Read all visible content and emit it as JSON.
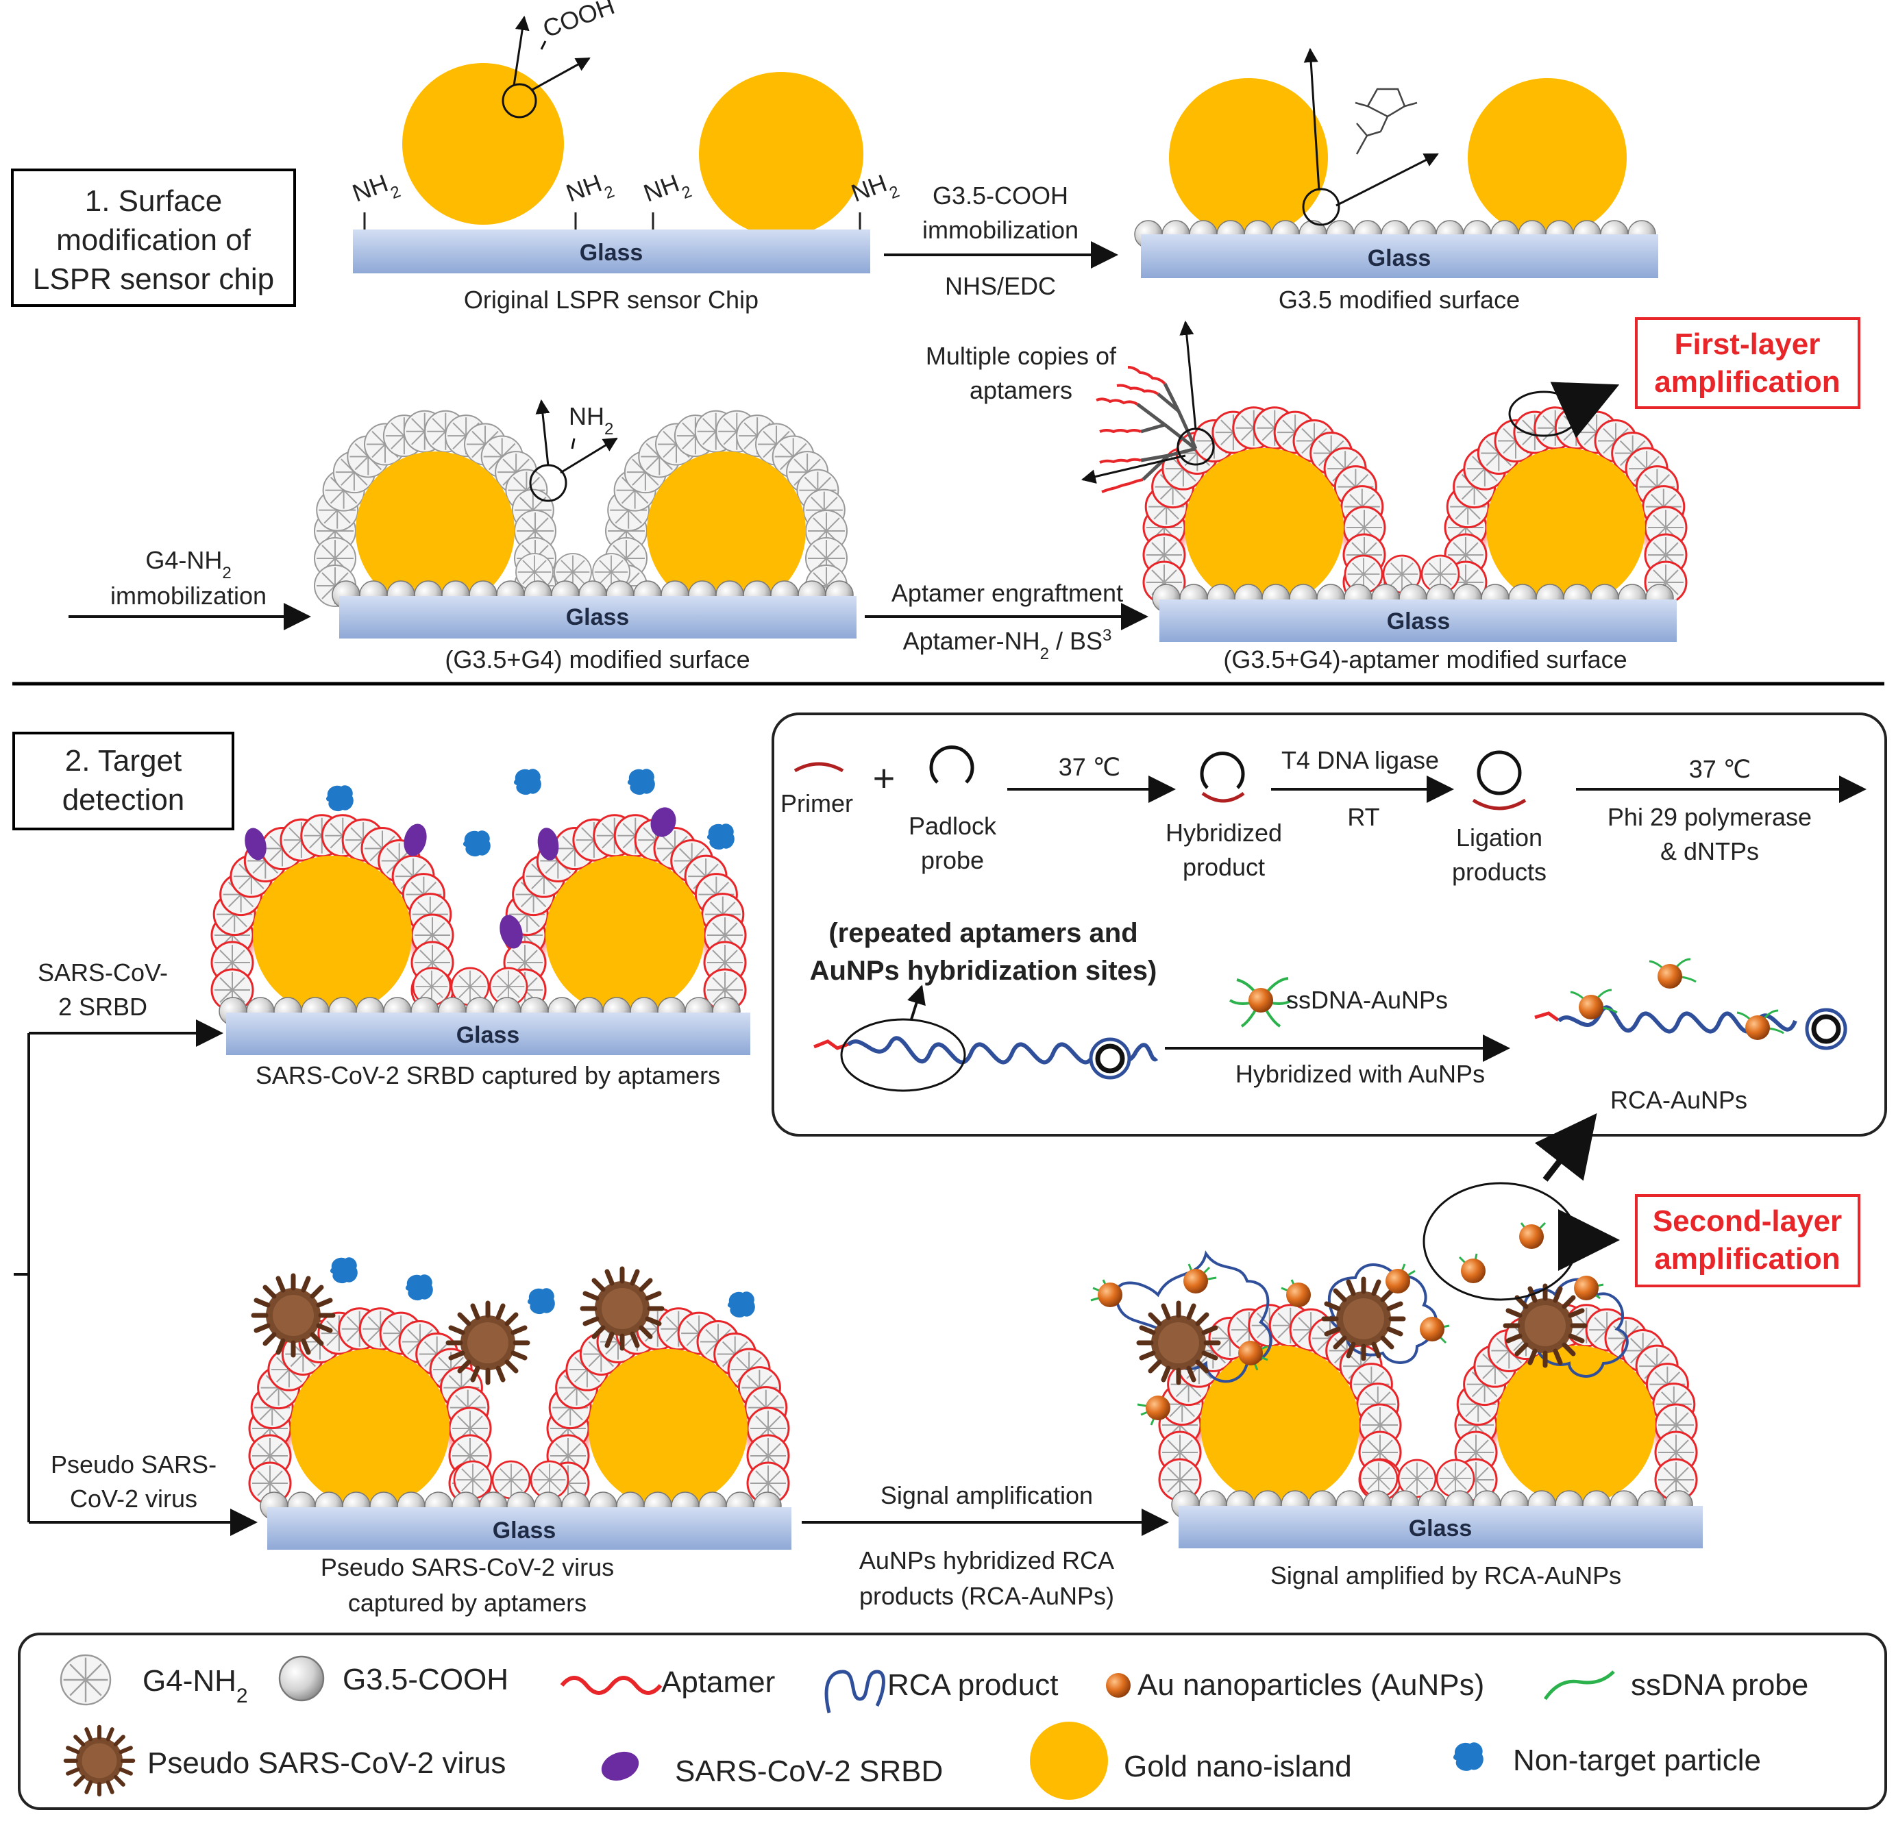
{
  "section1": {
    "title_lines": [
      "1. Surface",
      "modification of",
      "LSPR sensor chip"
    ],
    "cooh_label": "COOH",
    "nh2": "NH",
    "sub2": "2",
    "original_caption": "Original LSPR sensor Chip",
    "step1_top": "G3.5-COOH",
    "step1_mid": "immobilization",
    "step1_bottom": "NHS/EDC",
    "g35_caption": "G3.5 modified surface",
    "g4_lines": [
      "G4-NH2",
      "immobilization"
    ],
    "g35g4_caption": "(G3.5+G4) modified surface",
    "multiple_copies": [
      "Multiple copies of",
      "aptamers"
    ],
    "first_layer": [
      "First-layer",
      "amplification"
    ],
    "step2_top": "Aptamer engraftment",
    "step2_bottom": "Aptamer-NH2 / BS3",
    "aptamer_caption": "(G3.5+G4)-aptamer modified surface"
  },
  "glass_label": "Glass",
  "section2": {
    "title_lines": [
      "2. Target",
      "detection"
    ],
    "srbd_input": [
      "SARS-CoV-",
      "2 SRBD"
    ],
    "srbd_caption": "SARS-CoV-2 SRBD captured by aptamers",
    "pseudo_input": [
      "Pseudo SARS-",
      "CoV-2 virus"
    ],
    "pseudo_caption": [
      "Pseudo SARS-CoV-2 virus",
      "captured by aptamers"
    ],
    "signal_top": "Signal amplification",
    "signal_bottom": [
      "AuNPs hybridized RCA",
      "products (RCA-AuNPs)"
    ],
    "amplified_caption": "Signal amplified by RCA-AuNPs",
    "second_layer": [
      "Second-layer",
      "amplification"
    ]
  },
  "rca_box": {
    "primer": "Primer",
    "plus": "+",
    "padlock": [
      "Padlock",
      "probe"
    ],
    "temp1": "37 ℃",
    "hybridized": [
      "Hybridized",
      "product"
    ],
    "ligase": "T4 DNA ligase",
    "rt": "RT",
    "ligation": [
      "Ligation",
      "products"
    ],
    "temp2": "37 ℃",
    "polymerase": [
      "Phi 29 polymerase",
      "& dNTPs"
    ],
    "repeated": [
      "(repeated aptamers and",
      "AuNPs hybridization sites)"
    ],
    "ssdna_aunps": "ssDNA-AuNPs",
    "hybridized_with": "Hybridized with AuNPs",
    "rca_aunps": "RCA-AuNPs"
  },
  "legend": {
    "items": [
      {
        "icon": "g4-nh2-icon",
        "label": "G4-NH2"
      },
      {
        "icon": "g35-cooh-icon",
        "label": "G3.5-COOH"
      },
      {
        "icon": "aptamer-icon",
        "label": "Aptamer"
      },
      {
        "icon": "rca-product-icon",
        "label": "RCA product"
      },
      {
        "icon": "au-nanoparticle-icon",
        "label": "Au nanoparticles (AuNPs)"
      },
      {
        "icon": "ssdna-probe-icon",
        "label": "ssDNA probe"
      },
      {
        "icon": "pseudo-virus-icon",
        "label": "Pseudo SARS-CoV-2 virus"
      },
      {
        "icon": "srbd-icon",
        "label": "SARS-CoV-2 SRBD"
      },
      {
        "icon": "gold-nano-island-icon",
        "label": "Gold nano-island"
      },
      {
        "icon": "non-target-particle-icon",
        "label": "Non-target particle"
      }
    ]
  },
  "colors": {
    "gold": "#ffbb00",
    "glass_top": "#c5d4ee",
    "glass_bottom": "#8aa4d4",
    "aptamer_red": "#e8262a",
    "rca_blue": "#2f4f9b",
    "srbd_purple": "#6a2ca0",
    "non_target_blue": "#1f78c8",
    "aunp_orange": "#d9621b",
    "ssdna_green": "#2bb24c",
    "virus_brown": "#7a4a2c"
  }
}
